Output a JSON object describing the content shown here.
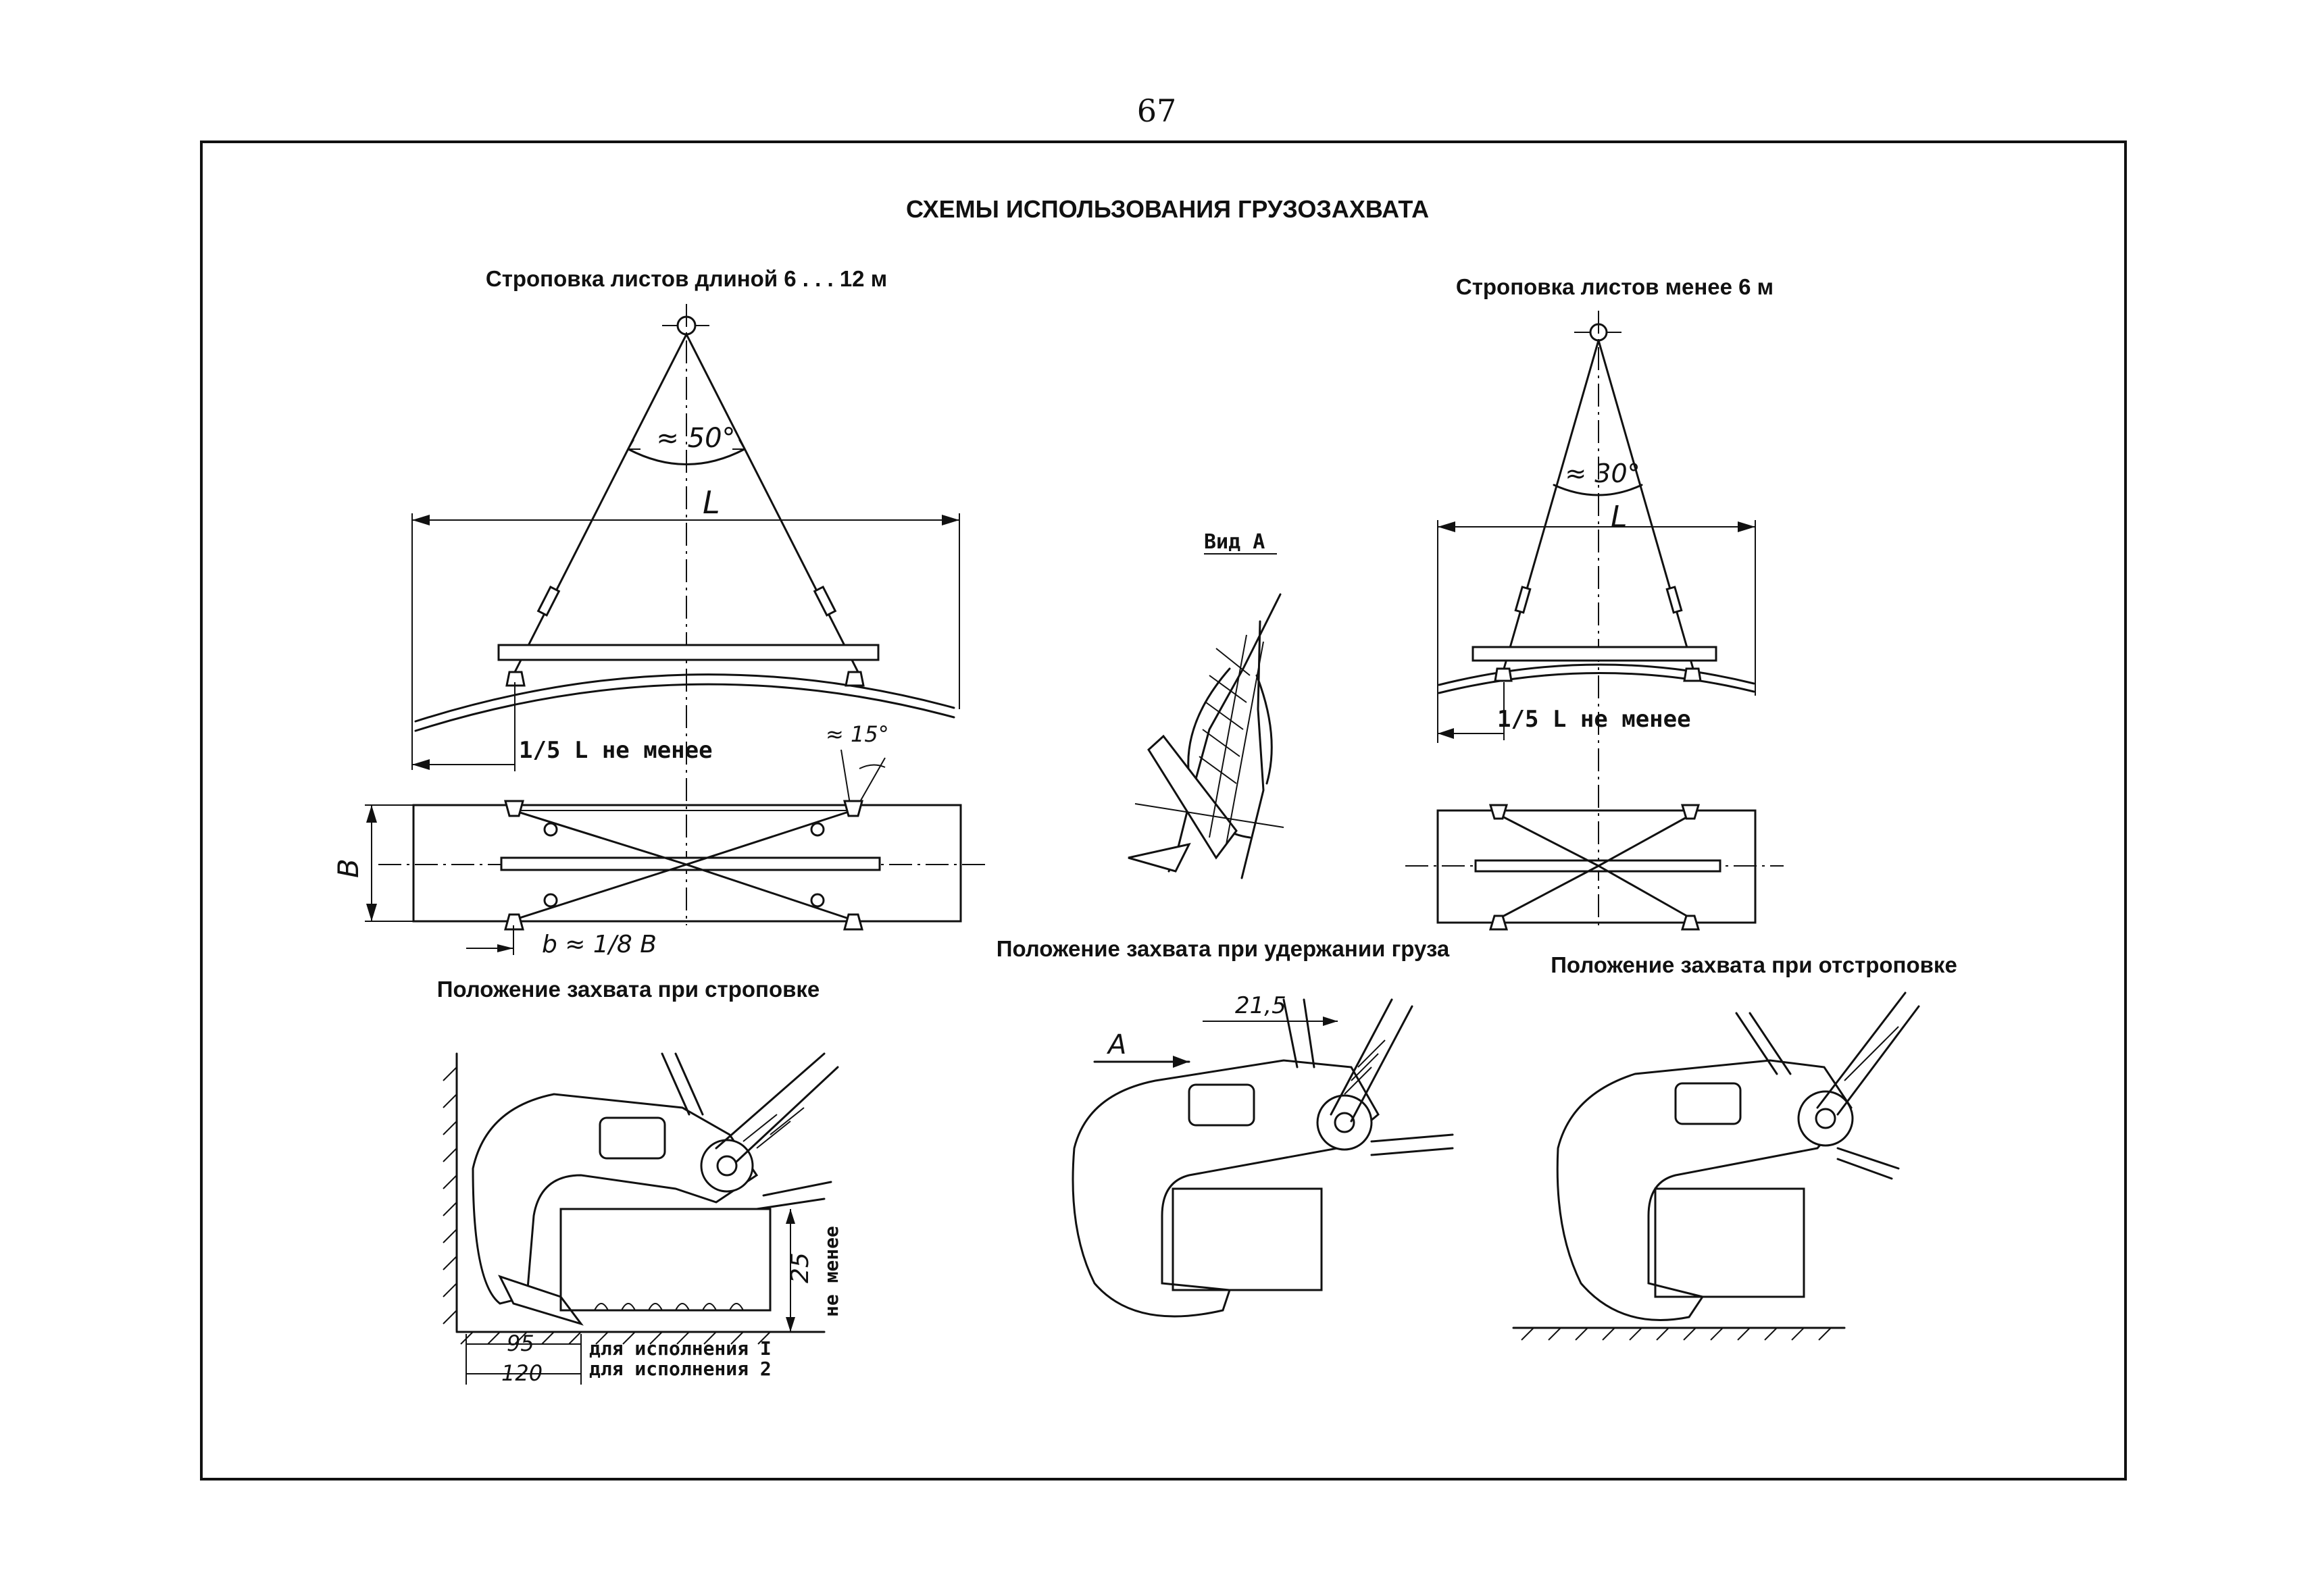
{
  "page_number": "67",
  "title": "СХЕМЫ ИСПОЛЬЗОВАНИЯ ГРУЗОЗАХВАТА",
  "scheme_long": {
    "caption": "Строповка листов длиной 6 . . . 12 м",
    "angle": "≈ 50°",
    "length": "L",
    "fraction": "1/5 L не менее",
    "tilt": "≈ 15°",
    "width": "B",
    "offset": "b ≈ 1/8 B"
  },
  "scheme_short": {
    "caption": "Строповка листов менее 6 м",
    "angle": "≈ 30°",
    "length": "L",
    "fraction": "1/5 L не менее"
  },
  "view_a": {
    "label": "Вид  А"
  },
  "pos_slinging": {
    "caption": "Положение захвата при строповке",
    "dim_25": "25",
    "dim_note": "не менее",
    "dim_95": "95",
    "dim_120": "120",
    "variant_1": "для исполнения I",
    "variant_2": "для исполнения 2"
  },
  "pos_holding": {
    "caption": "Положение захвата при удержании груза",
    "dim": "21,5",
    "arrow": "A"
  },
  "pos_unslinging": {
    "caption": "Положение захвата при отстроповке"
  }
}
